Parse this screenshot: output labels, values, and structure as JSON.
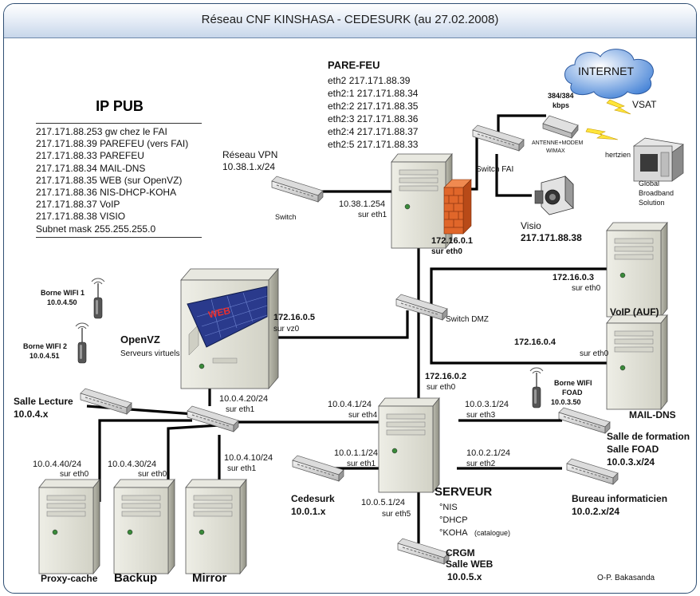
{
  "title": "Réseau CNF KINSHASA - CEDESURK (au 27.02.2008)",
  "author": "O-P. Bakasanda",
  "ip_pub": {
    "title": "IP PUB",
    "lines": [
      "217.171.88.253  gw chez le FAI",
      "217.171.88.39  PAREFEU (vers FAI)",
      "217.171.88.33  PAREFEU",
      "217.171.88.34  MAIL-DNS",
      "217.171.88.35  WEB (sur OpenVZ)",
      "217.171.88.36 NIS-DHCP-KOHA",
      "217.171.88.37  VoIP",
      "217.171.88.38  VISIO",
      "Subnet mask  255.255.255.0"
    ]
  },
  "firewall": {
    "title": "PARE-FEU",
    "lines": [
      "eth2 217.171.88.39",
      "eth2:1 217.171.88.34",
      "eth2:2 217.171.88.35",
      "eth2:3 217.171.88.36",
      "eth2:4 217.171.88.37",
      "eth2:5 217.171.88.33"
    ],
    "vpn_ip": "10.38.1.254",
    "vpn_if": "sur eth1",
    "lan_ip": "172.16.0.1",
    "lan_if": "sur eth0"
  },
  "internet": {
    "cloud": "INTERNET",
    "vsat": "VSAT",
    "hertzien": "hertzien",
    "speed1": "384/384",
    "speed2": "kbps",
    "modem1": "ANTENNE+MODEM",
    "modem2": "WIMAX",
    "provider1": "Global",
    "provider2": "Broadband",
    "provider3": "Solution"
  },
  "switch_fai": "Switch FAI",
  "visio": {
    "name": "Visio",
    "ip": "217.171.88.38"
  },
  "vpn": {
    "label1": "Réseau VPN",
    "label2": "10.38.1.x/24",
    "switch": "Switch"
  },
  "switch_dmz": "Switch DMZ",
  "voip": {
    "ip": "172.16.0.3",
    "if": "sur eth0",
    "name": "VoIP (AUF)"
  },
  "maildns": {
    "ip": "172.16.0.4",
    "if": "sur eth0",
    "name": "MAIL-DNS"
  },
  "openvz": {
    "name": "OpenVZ",
    "subtitle": "Serveurs virtuels",
    "badge": "WEB",
    "vz_ip": "172.16.0.5",
    "vz_if": "sur vz0",
    "lan_ip": "10.0.4.20/24",
    "lan_if": "sur eth1"
  },
  "wifi1": {
    "name": "Borne WIFI 1",
    "ip": "10.0.4.50"
  },
  "wifi2": {
    "name": "Borne WIFI 2",
    "ip": "10.0.4.51"
  },
  "salle_lecture": {
    "name": "Salle Lecture",
    "net": "10.0.4.x"
  },
  "proxy": {
    "ip": "10.0.4.40/24",
    "if": "sur eth0",
    "name": "Proxy-cache"
  },
  "backup": {
    "ip": "10.0.4.30/24",
    "if": "sur eth0",
    "name": "Backup"
  },
  "mirror": {
    "ip": "10.0.4.10/24",
    "if": "sur eth1",
    "name": "Mirror"
  },
  "serveur": {
    "name": "SERVEUR",
    "roles": [
      "°NIS",
      "°DHCP",
      "°KOHA"
    ],
    "koha_note": "(catalogue)",
    "dmz_ip": "172.16.0.2",
    "dmz_if": "sur eth0",
    "eth4_ip": "10.0.4.1/24",
    "eth4_if": "sur eth4",
    "eth3_ip": "10.0.3.1/24",
    "eth3_if": "sur eth3",
    "eth1_ip": "10.0.1.1/24",
    "eth1_if": "sur eth1",
    "eth2_ip": "10.0.2.1/24",
    "eth2_if": "sur eth2",
    "eth5_ip": "10.0.5.1/24",
    "eth5_if": "sur eth5"
  },
  "wifi_foad": {
    "line1": "Borne WIFI",
    "line2": "FOAD",
    "ip": "10.0.3.50"
  },
  "salle_formation": {
    "line1": "Salle de formation",
    "line2": "Salle FOAD",
    "net": "10.0.3.x/24"
  },
  "cedesurk": {
    "name": "Cedesurk",
    "net": "10.0.1.x"
  },
  "bureau": {
    "name": "Bureau informaticien",
    "net": "10.0.2.x/24"
  },
  "crgm": {
    "line1": "CRGM",
    "line2": "Salle WEB",
    "net": "10.0.5.x"
  },
  "colors": {
    "link": "#000000",
    "title_gradient_end": "#c7d6ea",
    "frame": "#2f4f74",
    "firewall": "#e0662a",
    "solar": "#2a3a8c"
  }
}
